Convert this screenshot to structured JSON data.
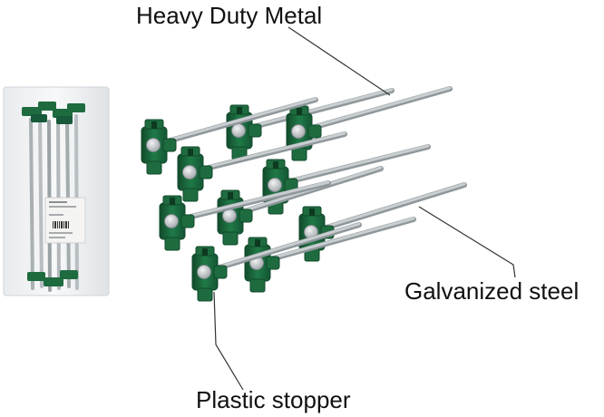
{
  "callouts": {
    "heavy_duty": "Heavy Duty Metal",
    "galvanized": "Galvanized steel",
    "stopper": "Plastic stopper"
  },
  "colors": {
    "background": "#ffffff",
    "stopper_green": "#1e6b3f",
    "stopper_green_dark": "#124a2b",
    "steel": "#c9ced1",
    "steel_dark": "#8f979b",
    "cap_grey": "#d6d9db",
    "label_text": "#111111",
    "leader_line": "#333333"
  },
  "objects": [
    {
      "name": "packaged-stakes",
      "description": "bag of stakes in plastic packaging"
    },
    {
      "name": "tent-stakes",
      "count": 10
    }
  ]
}
